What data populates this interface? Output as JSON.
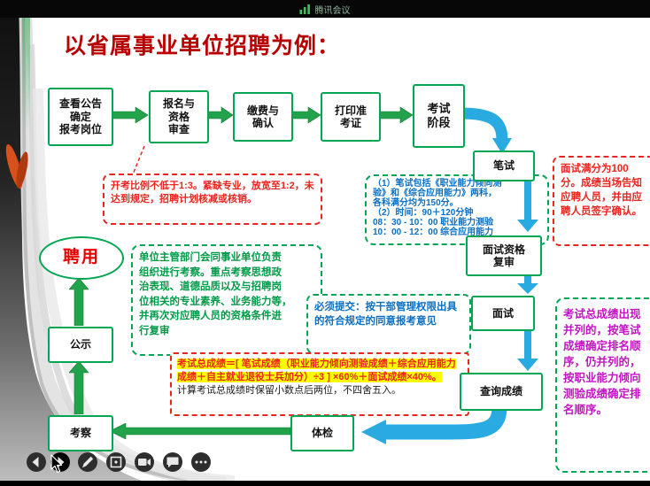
{
  "meeting_bar": {
    "app_name": "腾讯会议"
  },
  "slide": {
    "title": "以省属事业单位招聘为例：",
    "flow": {
      "view_announcement": "查看公告\n确定\n报考岗位",
      "register": "报名与\n资格\n审查",
      "pay_confirm": "缴费与\n确认",
      "print_ticket": "打印准\n考证",
      "exam_stage": "考试\n阶段",
      "written_exam": "笔试",
      "interview_review": "面试资格\n复审",
      "interview": "面试",
      "query_score": "查询成绩",
      "physical_exam": "体检",
      "inspection": "考察",
      "publicity": "公示",
      "hire": "聘用"
    },
    "notes": {
      "open_ratio": "开考比例不低于1:3。紧缺专业，放宽至1:2，未达到规定，招聘计划核减或核销。",
      "written_detail": "（1）笔试包括《职业能力倾向测\n验》和《综合应用能力》两科，\n各科满分均为150分。\n（2）时间：90＋120分钟\n08：30 - 10：00 职业能力测验\n10：00 - 12：00 综合应用能力",
      "inspection_detail": "单位主管部门会同事业单位负责\n组织进行考察。重点考察思想政\n治表现、道德品质以及与招聘岗\n位相关的专业素养、业务能力等，\n并再次对应聘人员的资格条件进\n行复审",
      "must_submit": "必须提交：按干部管理权限出具的符合规定的同意报考意见",
      "formula_highlight": "考试总成绩＝[ 笔试成绩（职业能力倾向测验成绩＋综合应用能力成绩＋自主就业退役士兵加分）÷3 ] ×60%＋面试成绩×40%。",
      "formula_note": "计算考试总成绩时保留小数点后两位，不四舍五入。",
      "interview_score": "面试满分为100分。成绩当场告知应聘人员，并由应聘人员签字确认。",
      "tie_break": "考试总成绩出现并列的，按笔试成绩确定排名顺序，仍并列的，按职业能力倾向测验成绩确定排名顺序。"
    }
  },
  "toolbar": {
    "buttons": [
      "previous-page",
      "next-page",
      "annotate-pen",
      "select-area",
      "camera",
      "comments",
      "more-options"
    ]
  },
  "colors": {
    "box_border_green": "#00a651",
    "arrow_green": "#22a24b",
    "arrow_blue": "#29abe2",
    "title_red": "#b80000",
    "hire_red": "#e60000",
    "note_red": "#e8251f",
    "note_blue": "#0a6fc2",
    "note_green": "#009a48",
    "note_magenta": "#c213c2",
    "highlight_yellow": "#ffff00",
    "meeting_green": "#35c559"
  }
}
